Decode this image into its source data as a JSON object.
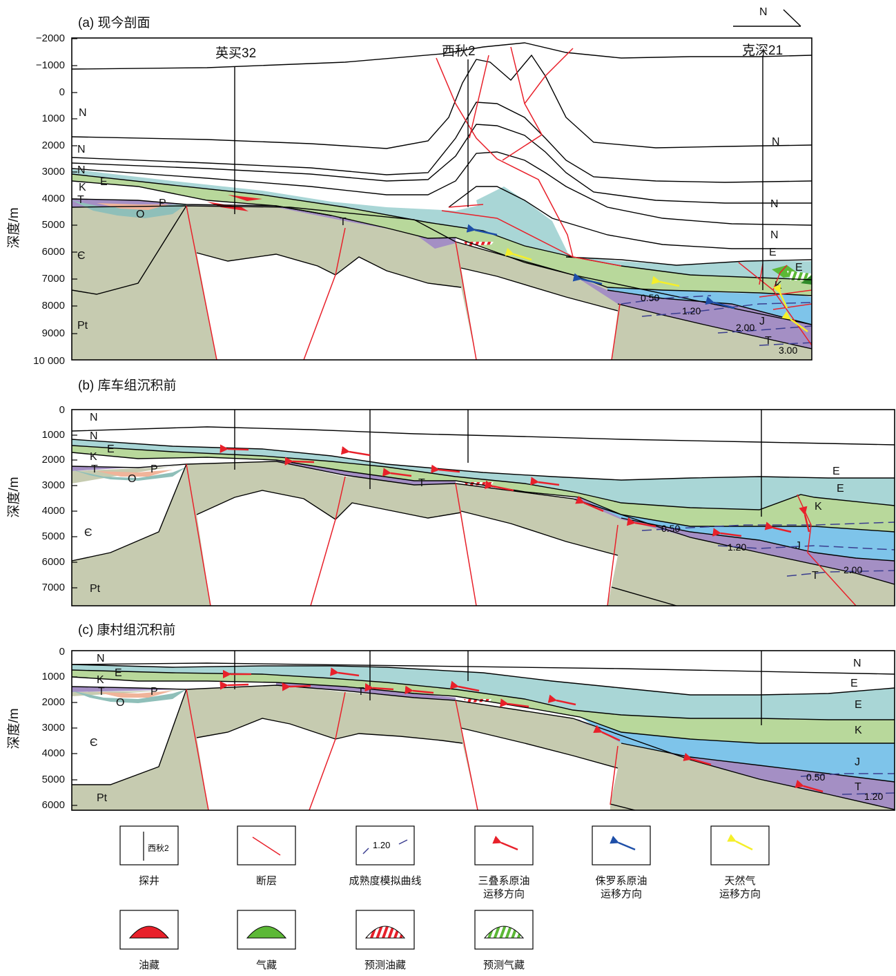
{
  "compass": "N",
  "panels": [
    {
      "title": "(a) 现今剖面",
      "ylabel": "深度/m",
      "yticks": [
        "−2000",
        "−1000",
        "0",
        "1000",
        "2000",
        "3000",
        "4000",
        "5000",
        "6000",
        "7000",
        "8000",
        "9000",
        "10 000"
      ],
      "wells": [
        "英买32",
        "西秋2",
        "克深21"
      ],
      "contours": [
        "0.50",
        "1.20",
        "2.00",
        "3.00"
      ]
    },
    {
      "title": "(b) 库车组沉积前",
      "ylabel": "深度/m",
      "yticks": [
        "0",
        "1000",
        "2000",
        "3000",
        "4000",
        "5000",
        "6000",
        "7000"
      ],
      "contours": [
        "0.50",
        "1.20",
        "2.00"
      ]
    },
    {
      "title": "(c) 康村组沉积前",
      "ylabel": "深度/m",
      "yticks": [
        "0",
        "1000",
        "2000",
        "3000",
        "4000",
        "5000",
        "6000"
      ],
      "contours": [
        "0.50",
        "1.20"
      ]
    }
  ],
  "strata": {
    "N2k": "N",
    "N12k": "N",
    "N1j": "N",
    "E23s": "E",
    "E": "E",
    "K": "K",
    "J": "J",
    "T": "T",
    "P": "P",
    "O": "O",
    "C": "Є",
    "Pt": "Pt"
  },
  "legend": {
    "well_sample": "西秋2",
    "contour_sample": "1.20",
    "items": [
      {
        "label": "探井"
      },
      {
        "label": "断层"
      },
      {
        "label": "成熟度模拟曲线"
      },
      {
        "label": "三叠系原油\n运移方向"
      },
      {
        "label": "侏罗系原油\n运移方向"
      },
      {
        "label": "天然气\n运移方向"
      },
      {
        "label": "油藏"
      },
      {
        "label": "气藏"
      },
      {
        "label": "预测油藏"
      },
      {
        "label": "预测气藏"
      }
    ]
  },
  "colors": {
    "cambrian": "#c6cbb0",
    "triassic": "#a48fc4",
    "jurassic": "#7ec4ea",
    "cretaceous": "#b8d89b",
    "paleogene": "#a9d6d6",
    "permian": "#f0b49a",
    "ordovician": "#8fbfb9",
    "triassic_oil": "#e8202a",
    "jurassic_oil": "#1e4fa8",
    "gas": "#f5ef2a",
    "gas_reservoir": "#5cb836"
  }
}
